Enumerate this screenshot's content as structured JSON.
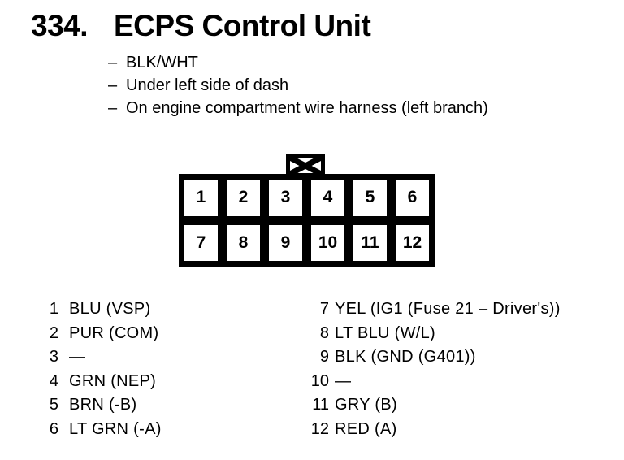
{
  "header": {
    "number": "334.",
    "title": "ECPS Control Unit"
  },
  "notes": [
    {
      "bullet": "–",
      "text": "BLK/WHT"
    },
    {
      "bullet": "–",
      "text": "Under left side of dash"
    },
    {
      "bullet": "–",
      "text": "On engine compartment wire harness (left branch)"
    }
  ],
  "connector": {
    "pins": [
      "1",
      "2",
      "3",
      "4",
      "5",
      "6",
      "7",
      "8",
      "9",
      "10",
      "11",
      "12"
    ]
  },
  "pins_left": [
    {
      "num": "1",
      "label": "BLU (VSP)"
    },
    {
      "num": "2",
      "label": "PUR (COM)"
    },
    {
      "num": "3",
      "label": "—"
    },
    {
      "num": "4",
      "label": "GRN (NEP)"
    },
    {
      "num": "5",
      "label": "BRN (-B)"
    },
    {
      "num": "6",
      "label": "LT GRN (-A)"
    }
  ],
  "pins_right": [
    {
      "num": "7",
      "label": "YEL (IG1 (Fuse 21 – Driver's))"
    },
    {
      "num": "8",
      "label": "LT BLU (W/L)"
    },
    {
      "num": "9",
      "label": "BLK (GND (G401))"
    },
    {
      "num": "10",
      "label": "—"
    },
    {
      "num": "11",
      "label": "GRY (B)"
    },
    {
      "num": "12",
      "label": "RED (A)"
    }
  ],
  "colors": {
    "ink": "#000000",
    "paper": "#ffffff"
  }
}
